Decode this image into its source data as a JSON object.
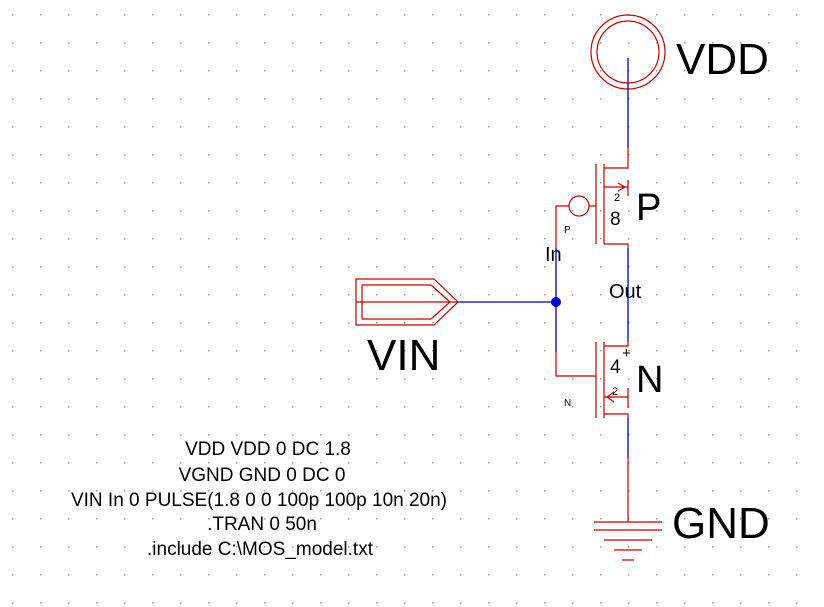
{
  "schematic": {
    "supply_label": "VDD",
    "ground_label": "GND",
    "input_port_label": "VIN",
    "net_in_label": "In",
    "net_out_label": "Out",
    "pmos": {
      "name": "P",
      "width": "8",
      "length": "2",
      "type_tag": "P"
    },
    "nmos": {
      "name": "N",
      "width": "4",
      "length": "2",
      "type_tag": "N",
      "plus_marker": "+"
    }
  },
  "spice_directives": [
    "VDD VDD 0 DC 1.8",
    "VGND GND 0 DC 0",
    "VIN In 0 PULSE(1.8 0 0 100p 100p 10n 20n)",
    ".TRAN 0 50n",
    ".include C:\\MOS_model.txt"
  ],
  "colors": {
    "background": "#ffffff",
    "grid_dot": "#9a9a9a",
    "device": "#cc0000",
    "wire": "#0000cc",
    "text": "#000000"
  }
}
